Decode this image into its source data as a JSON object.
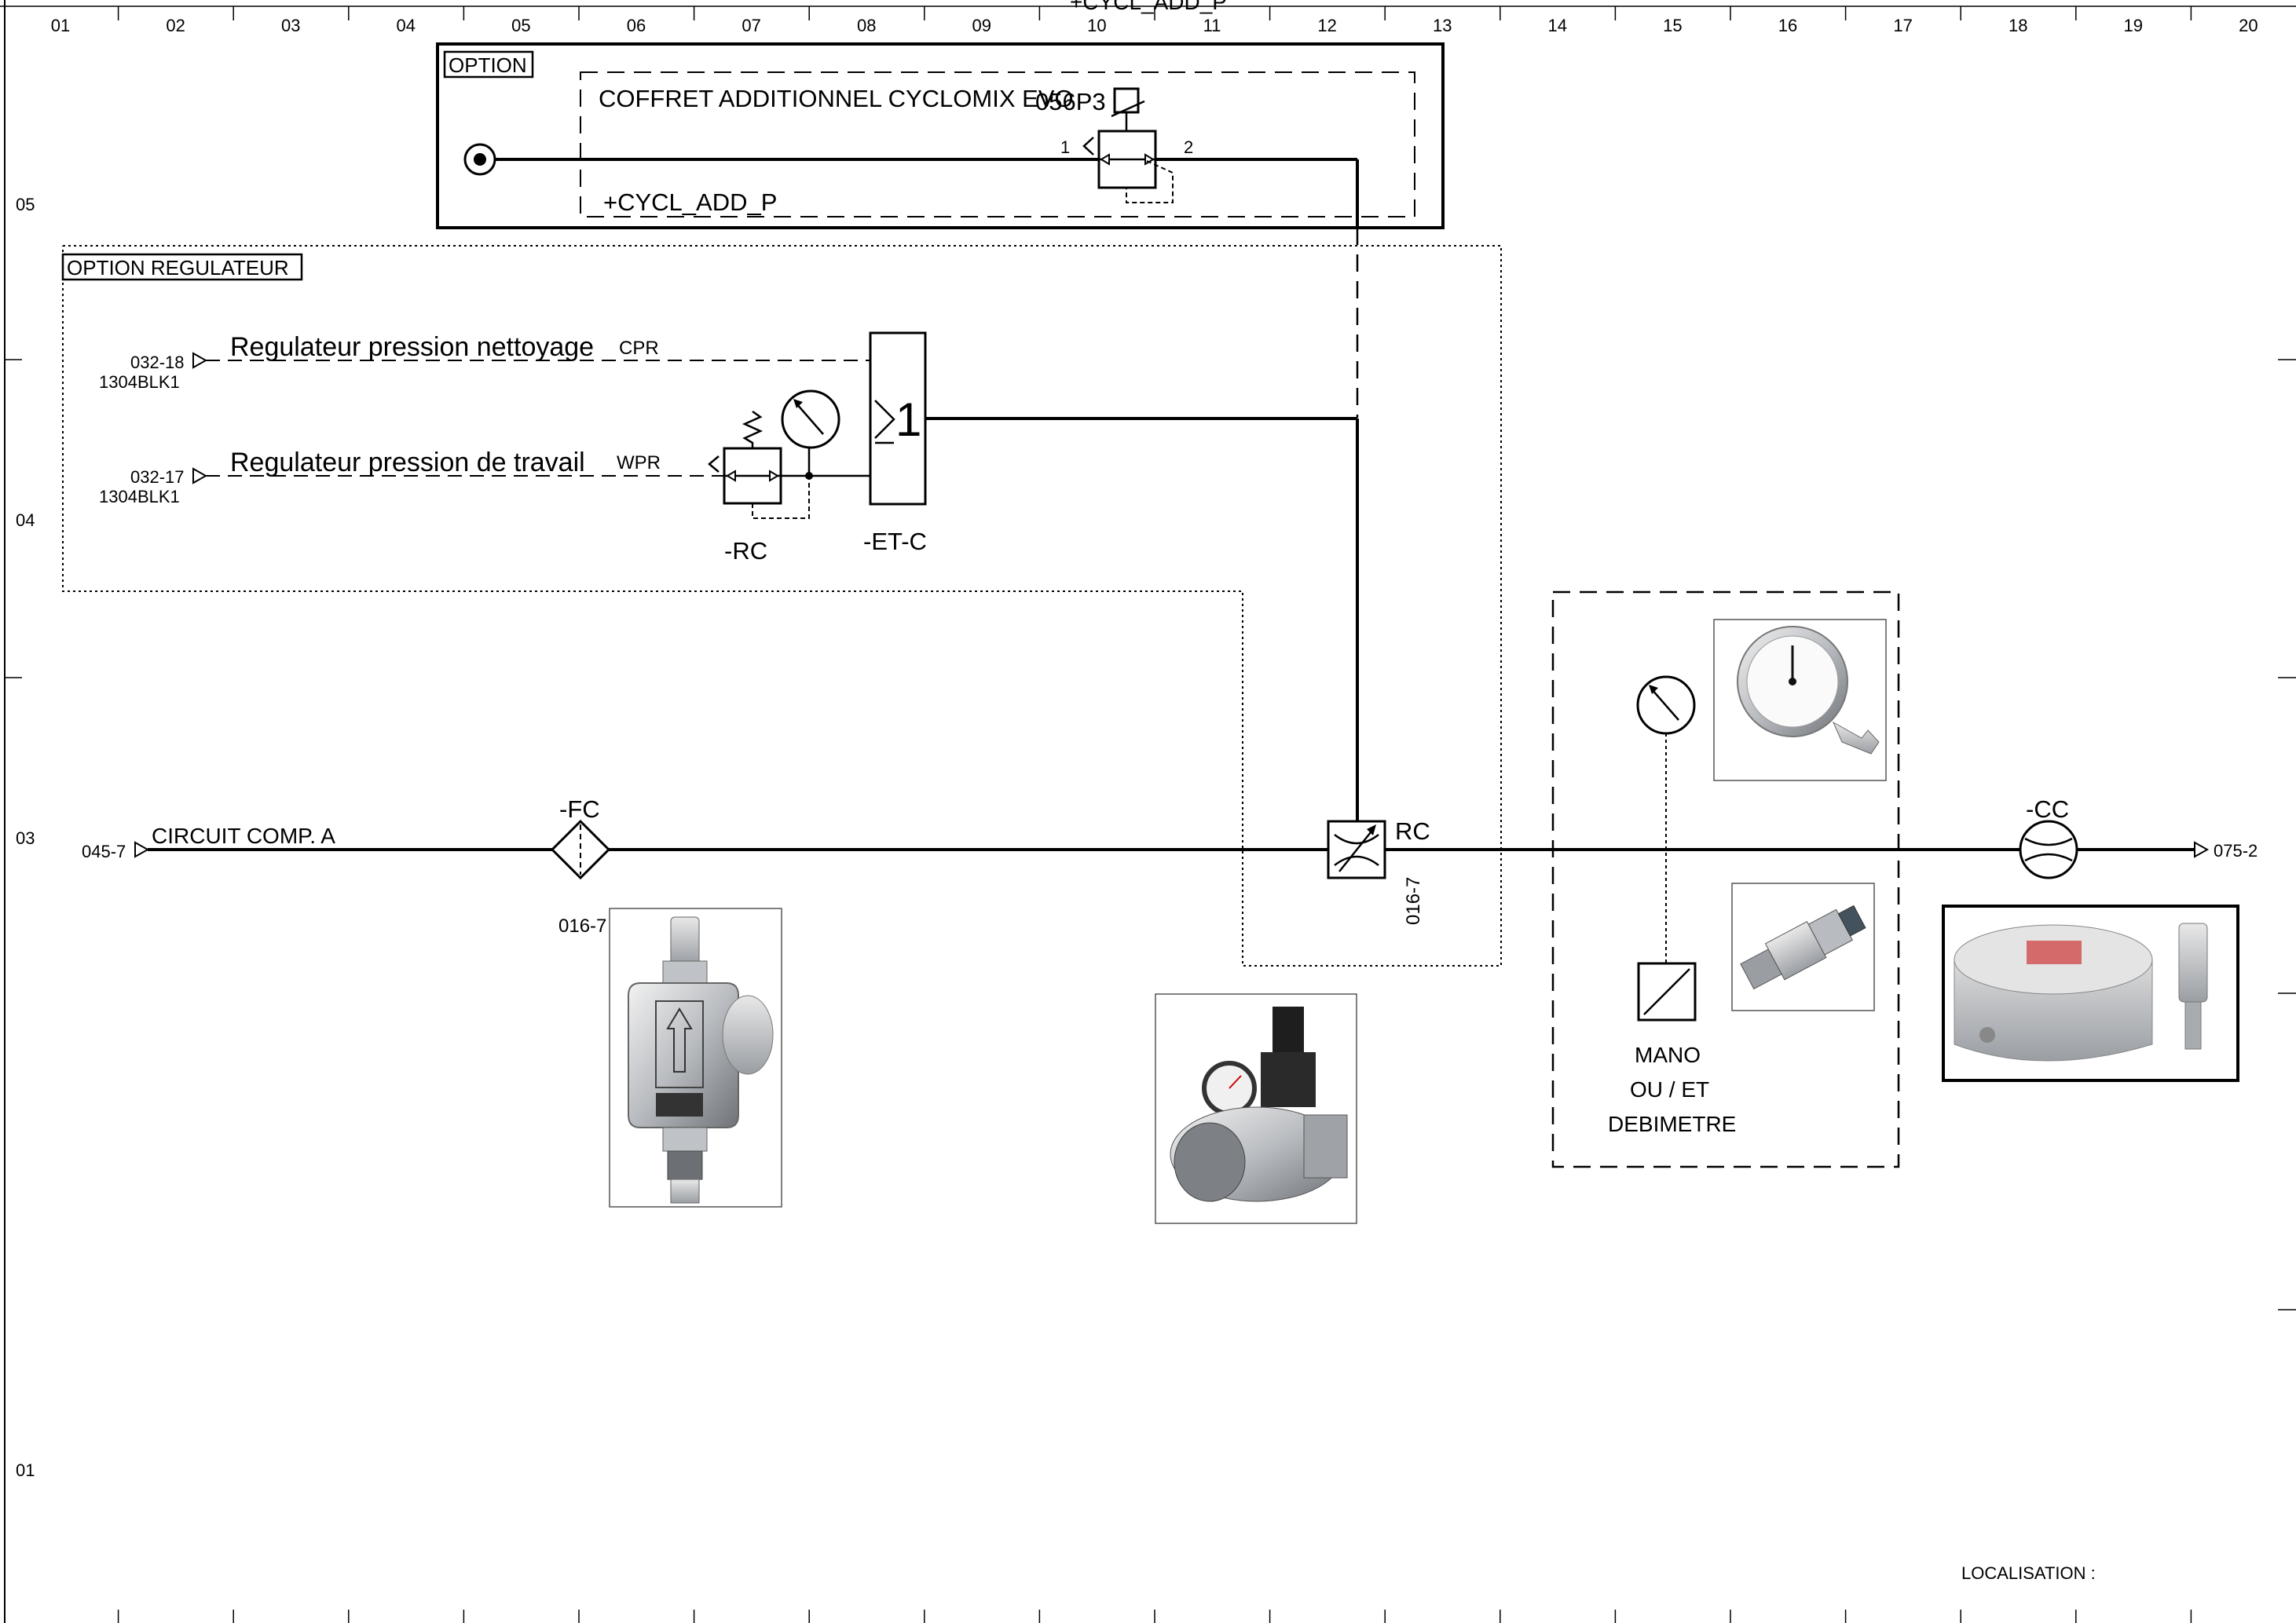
{
  "columns": [
    "01",
    "02",
    "03",
    "04",
    "05",
    "06",
    "07",
    "08",
    "09",
    "10",
    "11",
    "12",
    "13",
    "14",
    "15",
    "16",
    "17",
    "18",
    "19",
    "20"
  ],
  "rows": [
    "05",
    "04",
    "03",
    "01"
  ],
  "top_label": "+CYCL_ADD_P",
  "option_box": {
    "tag": "OPTION",
    "title": "COFFRET ADDITIONNEL CYCLOMIX EVO",
    "location": "+CYCL_ADD_P",
    "valve_ref": "056P3",
    "port1": "1",
    "port2": "2"
  },
  "regulator_box": {
    "tag": "OPTION REGULATEUR",
    "line1": {
      "ref": "032-18",
      "code": "1304BLK1",
      "label": "Regulateur pression nettoyage",
      "signal": "CPR"
    },
    "line2": {
      "ref": "032-17",
      "code": "1304BLK1",
      "label": "Regulateur pression de travail",
      "signal": "WPR"
    },
    "rc_label": "-RC",
    "etc_label": "-ET-C",
    "etc_symbol": "1"
  },
  "main_line": {
    "in_ref": "045-7",
    "label": "CIRCUIT COMP. A",
    "filter_label": "-FC",
    "filter_ref": "016-7",
    "rc_label": "RC",
    "rc_ref": "016-7",
    "cc_label": "-CC",
    "out_ref": "075-2"
  },
  "measure_box": {
    "line1": "MANO",
    "line2": "OU / ET",
    "line3": "DEBIMETRE"
  },
  "footer": {
    "localisation": "LOCALISATION :"
  }
}
